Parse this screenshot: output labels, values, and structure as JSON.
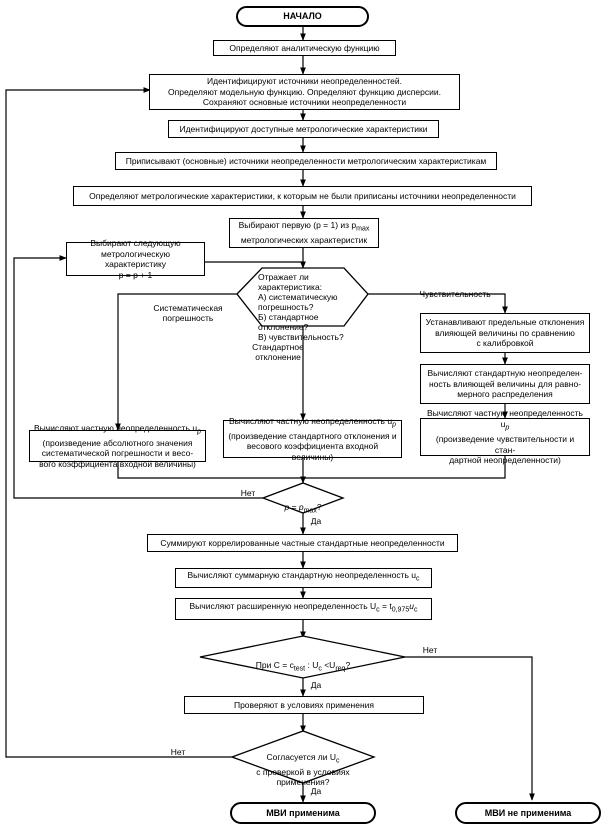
{
  "nodes": {
    "start": "НАЧАЛО",
    "define_function": "Определяют аналитическую функцию",
    "identify_sources": "Идентифицируют источники неопределенностей.\nОпределяют модельную функцию. Определяют функцию дисперсии.\nСохраняют основные источники неопределенности",
    "identify_metrology": "Идентифицируют доступные метрологические характеристики",
    "assign_sources": "Приписывают (основные) источники неопределенности метрологическим характеристикам",
    "define_unassigned": "Определяют метрологические характеристики, к которым не были приписаны источники неопределенности",
    "choose_first_a": "Выбирают первую (p = 1) из p",
    "choose_first_sub": "max",
    "choose_first_b": "метрологических характеристик",
    "choose_next": "Выбирают следующую\nметрологическую характеристику\np = p + 1",
    "question_char": "Отражает ли характеристика:\nА) систематическую погрешность?\nБ) стандартное отклонение?\nВ) чувствительность?",
    "set_limits": "Устанавливают предельные отклонения\nвлияющей величины по сравнению\nс калибровкой",
    "calc_std_influence": "Вычисляют стандартную неопределен-\nность влияющей величины для равно-\nмерного распределения",
    "calc_partial_left": "Вычисляют частную неопределенность u",
    "calc_partial_left_detail": "(произведение абсолютного значения\nсистематической погрешности и весо-\nвого коэффициента входной величины)",
    "calc_partial_mid": "Вычисляют частную неопределенность u",
    "calc_partial_mid_detail": "(произведение стандартного отклонения и\nвесового коэффициента входной величины)",
    "calc_partial_right": "Вычисляют частную неопределенность u",
    "calc_partial_right_detail": "(произведение чувствительности и стан-\nдартной неопределенности)",
    "subscript_p": "p",
    "question_pmax_a": "p = p",
    "question_pmax_sub": "max",
    "question_pmax_b": "?",
    "sum_correlated": "Суммируют коррелированные частные стандартные неопределенности",
    "calc_total_a": "Вычисляют суммарную стандартную неопределенность u",
    "calc_total_sub": "c",
    "calc_expanded_a": "Вычисляют расширенную неопределенность U",
    "calc_expanded_sub1": "c",
    "calc_expanded_b": " = t",
    "calc_expanded_sub2": "0,975",
    "calc_expanded_c": "u",
    "calc_expanded_sub3": "c",
    "question_c_a": "При  C = c",
    "question_c_sub1": "test",
    "question_c_b": " :  U",
    "question_c_sub2": "c",
    "question_c_c": " <U",
    "question_c_sub3": "req",
    "question_c_d": "?",
    "verify": "Проверяют в условиях применения",
    "question_agree_a": "Согласуется ли U",
    "question_agree_sub": "c",
    "question_agree_b": "с проверкой в условиях\nприменения?",
    "applicable": "МВИ применима",
    "not_applicable": "МВИ не применима"
  },
  "edge_labels": {
    "systematic": "Систематическая\nпогрешность",
    "standard": "Стандартное\nотклонение",
    "sensitivity": "Чувствительность",
    "no_pmax": "Нет",
    "yes_pmax": "Да",
    "no_c": "Нет",
    "yes_c": "Да",
    "no_agree": "Нет",
    "yes_agree": "Да"
  }
}
